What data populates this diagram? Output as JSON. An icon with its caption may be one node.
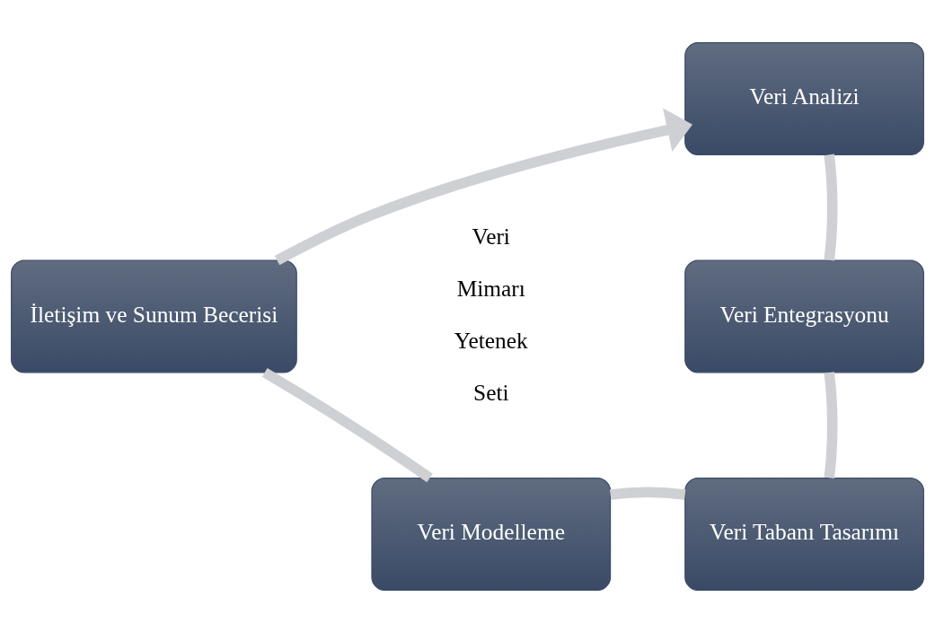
{
  "diagram": {
    "nodes": [
      {
        "text": [
          "Veri Analizi"
        ]
      },
      {
        "text": [
          "İletişim ve Sunum Becerisi"
        ]
      },
      {
        "text": [
          "Veri Entegrasyonu"
        ]
      },
      {
        "text": [
          "Veri Modelleme"
        ]
      },
      {
        "text": [
          "Veri Tabanı Tasarımı"
        ]
      }
    ],
    "edges": [
      {
        "from": 0,
        "to": 2,
        "arrow": "none"
      },
      {
        "from": 2,
        "to": 4,
        "arrow": "none"
      },
      {
        "from": 4,
        "to": 3,
        "arrow": "none"
      },
      {
        "from": 3,
        "to": 1,
        "arrow": "none"
      },
      {
        "from": 1,
        "to": 0,
        "arrow": "to"
      }
    ],
    "labels": [
      "Veri Mimarı Yetenek Seti"
    ]
  }
}
